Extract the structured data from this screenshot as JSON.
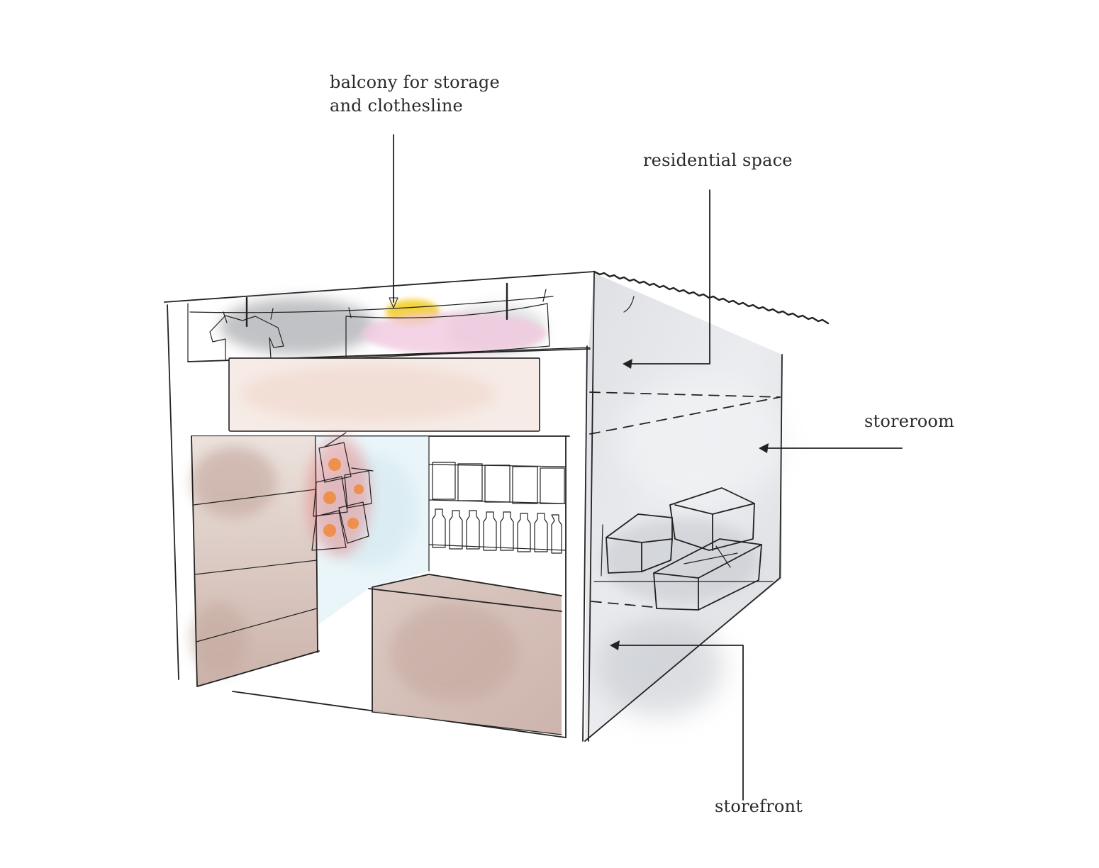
{
  "labels": {
    "balcony_line1": "balcony for storage",
    "balcony_line2": "and clothesline",
    "residential": "residential space",
    "storeroom": "storeroom",
    "storefront": "storefront"
  },
  "colors": {
    "ink": "#222222",
    "wall_shadow": "#c9ccd2",
    "wood_tone": "#c7aea6",
    "balcony_grey": "#8f9196",
    "shirt_blue": "#a9c6e6",
    "sheet_pink": "#f1c9df",
    "sun_yellow": "#f3cf2a",
    "bag_red": "#e8585a",
    "shelf_blue": "#d7ecf4"
  }
}
